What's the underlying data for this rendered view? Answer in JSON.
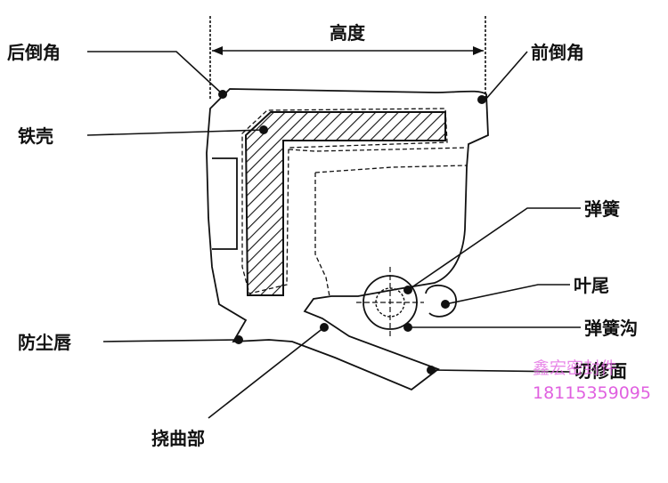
{
  "diagram": {
    "dimension_label": "高度",
    "labels": {
      "rear_chamfer": "后倒角",
      "front_chamfer": "前倒角",
      "metal_case": "铁壳",
      "spring": "弹簧",
      "lip_tail": "叶尾",
      "dust_lip": "防尘唇",
      "spring_groove": "弹簧沟",
      "trim_face": "切修面",
      "flex_section": "挠曲部"
    }
  },
  "watermark": {
    "company": "鑫宏密封件",
    "phone": "18115359095",
    "color": "#e060e0"
  },
  "colors": {
    "line": "#111111",
    "background": "#ffffff"
  }
}
